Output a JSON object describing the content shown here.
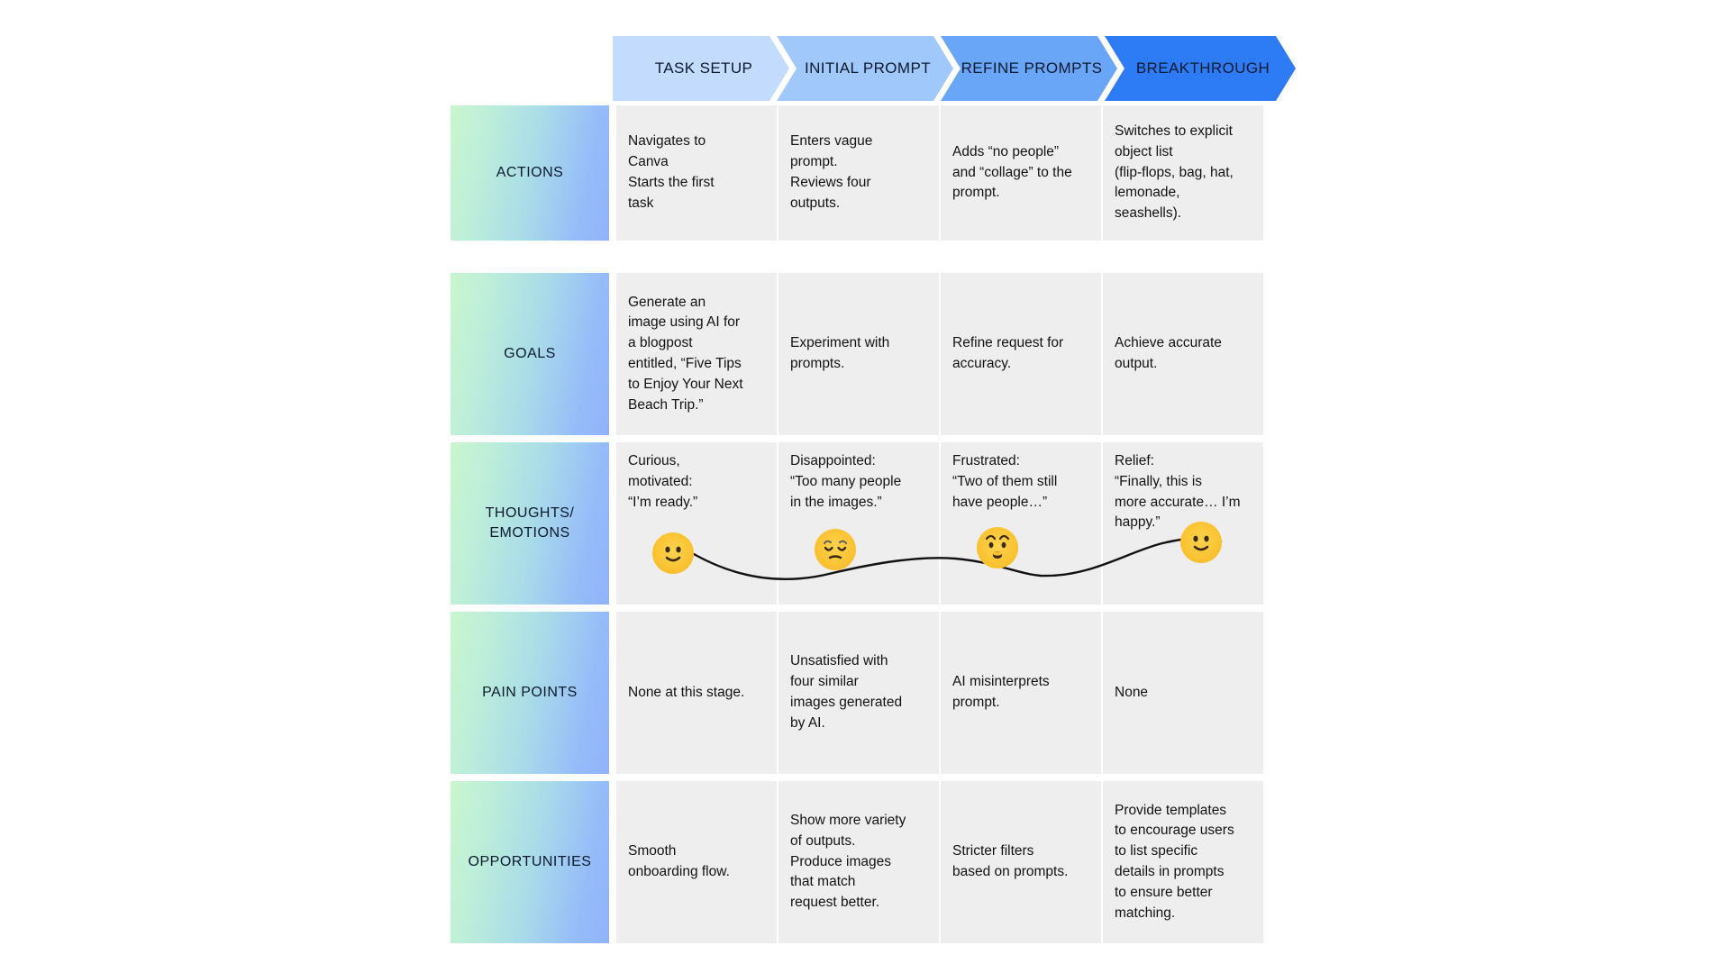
{
  "meta": {
    "chart_type": "journey-map",
    "background": "#ffffff"
  },
  "header": {
    "stages": [
      {
        "label": "TASK SETUP",
        "color": "#c3dcfd"
      },
      {
        "label": "INITIAL PROMPT",
        "color": "#a0c8fb"
      },
      {
        "label": "REFINE PROMPTS",
        "color": "#6aa6f8"
      },
      {
        "label": "BREAKTHROUGH",
        "color": "#2e7bf6"
      }
    ]
  },
  "rows": [
    {
      "label": "ACTIONS",
      "cells": [
        "Navigates to\nCanva\nStarts the first\ntask",
        "Enters vague\nprompt.\nReviews four\noutputs.",
        "Adds “no people”\nand “collage” to the\nprompt.",
        "Switches to explicit\nobject list\n(flip-flops, bag, hat,\nlemonade,\nseashells)."
      ]
    },
    {
      "label": "GOALS",
      "cells": [
        "Generate an\nimage using AI for\na blogpost\nentitled, “Five Tips\nto Enjoy Your Next\nBeach Trip.”",
        "Experiment with\nprompts.",
        "Refine request for\naccuracy.",
        "Achieve accurate\noutput."
      ]
    },
    {
      "label": "THOUGHTS/\nEMOTIONS",
      "cells": [
        "Curious,\nmotivated:\n “I’m ready.”",
        "Disappointed:\n“Too many people\nin the images.”",
        "Frustrated:\n“Two of them still\nhave people…”",
        "Relief:\n “Finally, this is\nmore accurate… I’m\nhappy.”"
      ],
      "emojis": [
        {
          "name": "slightly-smiling-face",
          "mood": "curious"
        },
        {
          "name": "pensive-face",
          "mood": "disappointed"
        },
        {
          "name": "anguished-face",
          "mood": "frustrated"
        },
        {
          "name": "slightly-smiling-face",
          "mood": "relief"
        }
      ]
    },
    {
      "label": "PAIN POINTS",
      "cells": [
        "None at this stage.",
        "Unsatisfied with\nfour similar\nimages generated\nby AI.",
        "AI misinterprets\nprompt.",
        "None"
      ]
    },
    {
      "label": "OPPORTUNITIES",
      "cells": [
        "Smooth\nonboarding flow.",
        "Show more variety\nof outputs.\nProduce images\nthat  match\nrequest better.",
        "Stricter filters\nbased on prompts.",
        "Provide templates\nto encourage users\nto list specific\ndetails in prompts\nto ensure better\nmatching."
      ]
    }
  ],
  "colors": {
    "cell_background": "#eeeeee",
    "label_gradient_start": "#c9f6cf",
    "label_gradient_end": "#90b2fb",
    "text": "#121212",
    "emoji_yellow": "#f9c02e",
    "journey_line": "#111111"
  }
}
